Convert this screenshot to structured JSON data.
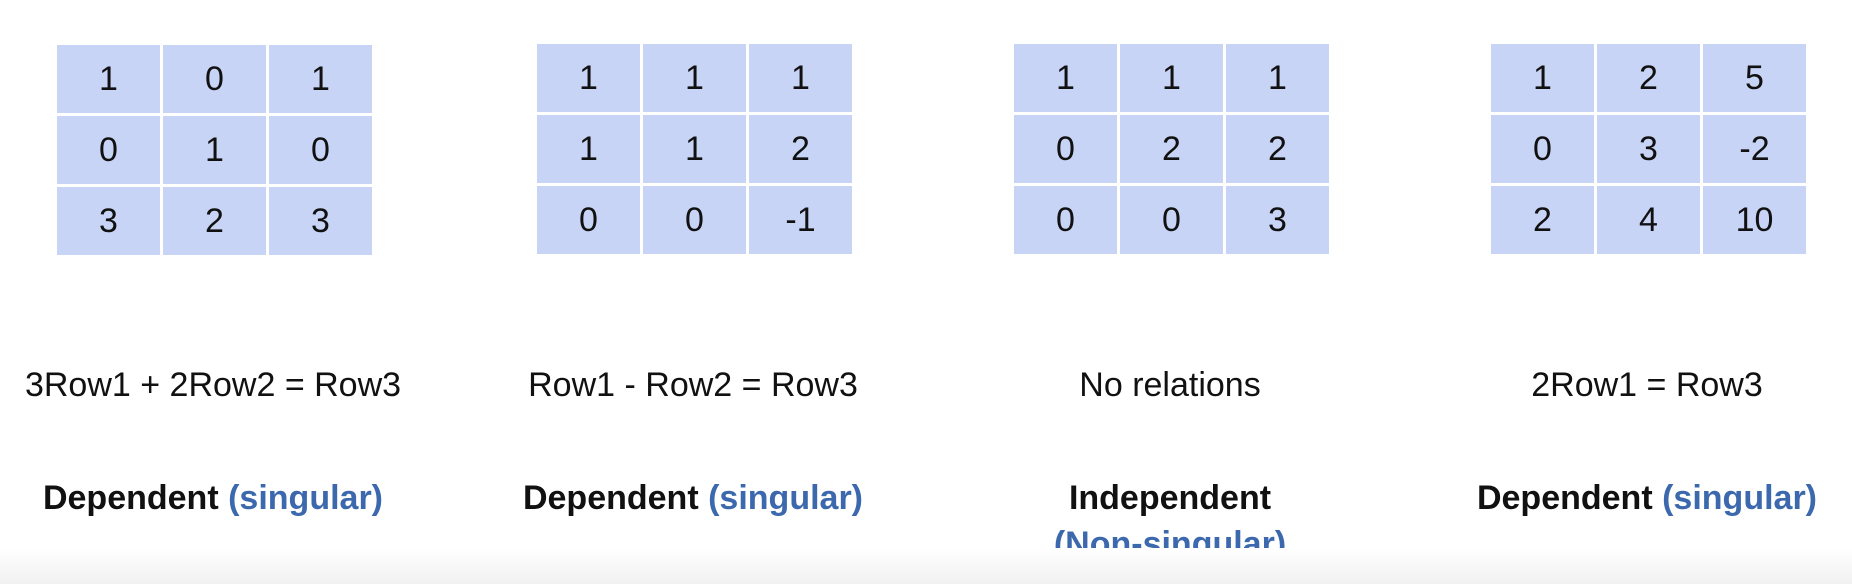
{
  "panels": [
    {
      "matrix": [
        [
          "1",
          "0",
          "1"
        ],
        [
          "0",
          "1",
          "0"
        ],
        [
          "3",
          "2",
          "3"
        ]
      ],
      "relation": "3Row1 + 2Row2 = Row3",
      "verdict": "Dependent",
      "note": "(singular)"
    },
    {
      "matrix": [
        [
          "1",
          "1",
          "1"
        ],
        [
          "1",
          "1",
          "2"
        ],
        [
          "0",
          "0",
          "-1"
        ]
      ],
      "relation": "Row1 - Row2 = Row3",
      "verdict": "Dependent",
      "note": "(singular)"
    },
    {
      "matrix": [
        [
          "1",
          "1",
          "1"
        ],
        [
          "0",
          "2",
          "2"
        ],
        [
          "0",
          "0",
          "3"
        ]
      ],
      "relation": "No relations",
      "verdict": "Independent",
      "note": "(Non-singular)"
    },
    {
      "matrix": [
        [
          "1",
          "2",
          "5"
        ],
        [
          "0",
          "3",
          "-2"
        ],
        [
          "2",
          "4",
          "10"
        ]
      ],
      "relation": "2Row1 = Row3",
      "verdict": "Dependent",
      "note": "(singular)"
    }
  ],
  "colors": {
    "cell_fill": "#c8d4f6",
    "note_blue": "#3c68ad",
    "text": "#111111"
  }
}
